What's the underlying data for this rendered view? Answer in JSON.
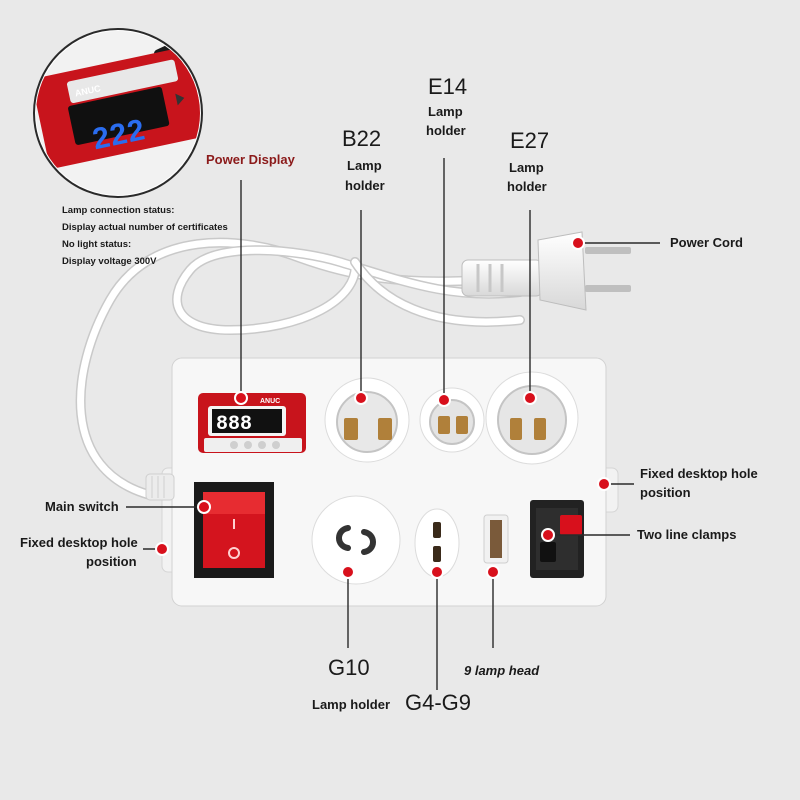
{
  "inset": {
    "display_digits": "222",
    "brand": "ANUC",
    "caption": "Power Display"
  },
  "notes": {
    "line1": "Lamp connection status:",
    "line2": "Display actual number of certificates",
    "line3": "No light status:",
    "line4": "Display voltage 300V"
  },
  "labels": {
    "b22_title": "B22",
    "b22_sub1": "Lamp",
    "b22_sub2": "holder",
    "e14_title": "E14",
    "e14_sub1": "Lamp",
    "e14_sub2": "holder",
    "e27_title": "E27",
    "e27_sub1": "Lamp",
    "e27_sub2": "holder",
    "power_cord": "Power Cord",
    "fixed_hole_right_1": "Fixed desktop hole",
    "fixed_hole_right_2": "position",
    "two_line_clamps": "Two line clamps",
    "main_switch": "Main switch",
    "fixed_hole_left_1": "Fixed desktop hole",
    "fixed_hole_left_2": "position",
    "g10_title": "G10",
    "g10_sub": "Lamp holder",
    "g4g9_title": "G4-G9",
    "nine_lamp_head": "9 lamp head"
  },
  "panel_display": {
    "digits": "888",
    "brand": "ANUC"
  },
  "colors": {
    "background": "#e9e9e9",
    "panel": "#f7f7f7",
    "marker_red": "#d8101c",
    "display_red": "#c8141c",
    "digit_blue": "#2a6df0",
    "switch_red": "#d4141e",
    "caption_red": "#8b1a1a"
  }
}
